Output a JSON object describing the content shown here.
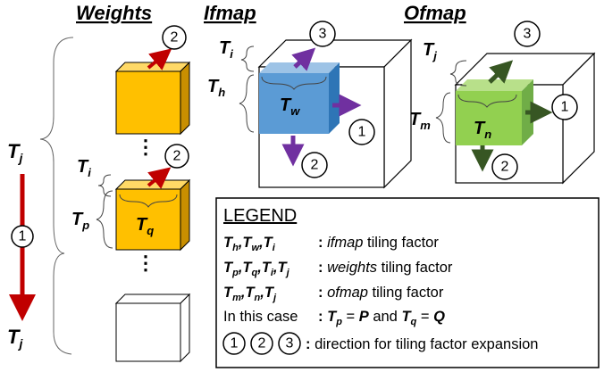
{
  "headers": {
    "weights": "Weights",
    "ifmap": "Ifmap",
    "ofmap": "Ofmap"
  },
  "left_axis": {
    "top_label": "T",
    "top_sub": "j",
    "bottom_label": "T",
    "bottom_sub": "j",
    "direction_number": "1"
  },
  "weights": {
    "ti": {
      "main": "T",
      "sub": "i"
    },
    "tp": {
      "main": "T",
      "sub": "p"
    },
    "tq": {
      "main": "T",
      "sub": "q"
    },
    "dir_top": "2",
    "dir_mid": "2",
    "ellipsis": "⋮"
  },
  "ifmap": {
    "ti": {
      "main": "T",
      "sub": "i"
    },
    "th": {
      "main": "T",
      "sub": "h"
    },
    "tw": {
      "main": "T",
      "sub": "w"
    },
    "dir1": "1",
    "dir2": "2",
    "dir3": "3"
  },
  "ofmap": {
    "tj": {
      "main": "T",
      "sub": "j"
    },
    "tm": {
      "main": "T",
      "sub": "m"
    },
    "tn": {
      "main": "T",
      "sub": "n"
    },
    "dir1": "1",
    "dir2": "2",
    "dir3": "3"
  },
  "legend": {
    "title": "LEGEND",
    "row1_terms": "T_h, T_w, T_i",
    "row1_desc_em": "ifmap",
    "row1_desc": " tiling factor",
    "row2_terms": "T_p, T_q, T_i, T_j",
    "row2_desc_em": "weights",
    "row2_desc": " tiling factor",
    "row3_terms": "T_m, T_n, T_j",
    "row3_desc_em": "ofmap",
    "row3_desc": " tiling factor",
    "row4_text": "In this case",
    "row4_eq1_lhs": "T",
    "row4_eq1_sub": "p",
    "row4_eq1_rhs": "P",
    "row4_and": " and ",
    "row4_eq2_lhs": "T",
    "row4_eq2_sub": "q",
    "row4_eq2_rhs": "Q",
    "row5_n1": "1",
    "row5_n2": "2",
    "row5_n3": "3",
    "row5_desc": "direction for tiling factor expansion",
    "colon": ":",
    "equals": " = "
  },
  "colors": {
    "weight_face": "#ffc000",
    "weight_top": "#ffd966",
    "weight_side": "#c98f00",
    "ifmap_face": "#5b9bd5",
    "ifmap_top": "#9dc3e6",
    "ifmap_side": "#2e75b6",
    "ofmap_face": "#92d050",
    "ofmap_top": "#b8e08a",
    "ofmap_side": "#70ad47",
    "red_arrow": "#c00000",
    "purple_arrow": "#7030a0",
    "green_arrow": "#375623"
  }
}
